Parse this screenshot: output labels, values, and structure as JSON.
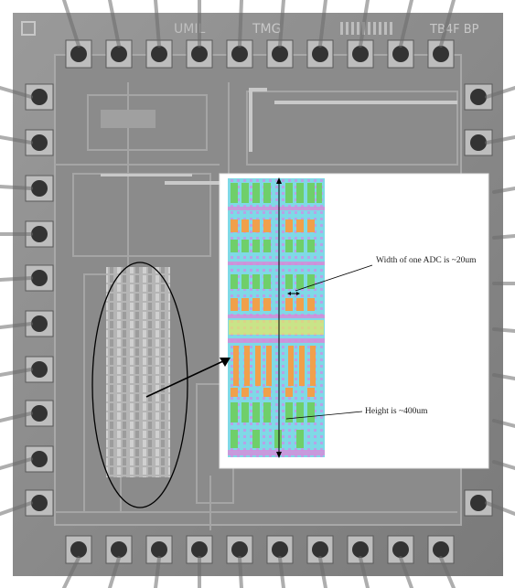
{
  "die_markings": {
    "left": "UMIL",
    "center": "TMG",
    "right": "TB4F BP"
  },
  "annotations": {
    "width": "Width of one ADC is ~20um",
    "height": "Height is ~400um"
  },
  "colors": {
    "die_gray": "#8e8e8e",
    "pad_dark": "#3a3a3a",
    "layout_green": "#7ed47e",
    "layout_cyan": "#7fd9e6",
    "layout_orange": "#ef9a4a",
    "layout_magenta": "#d98ad9"
  }
}
